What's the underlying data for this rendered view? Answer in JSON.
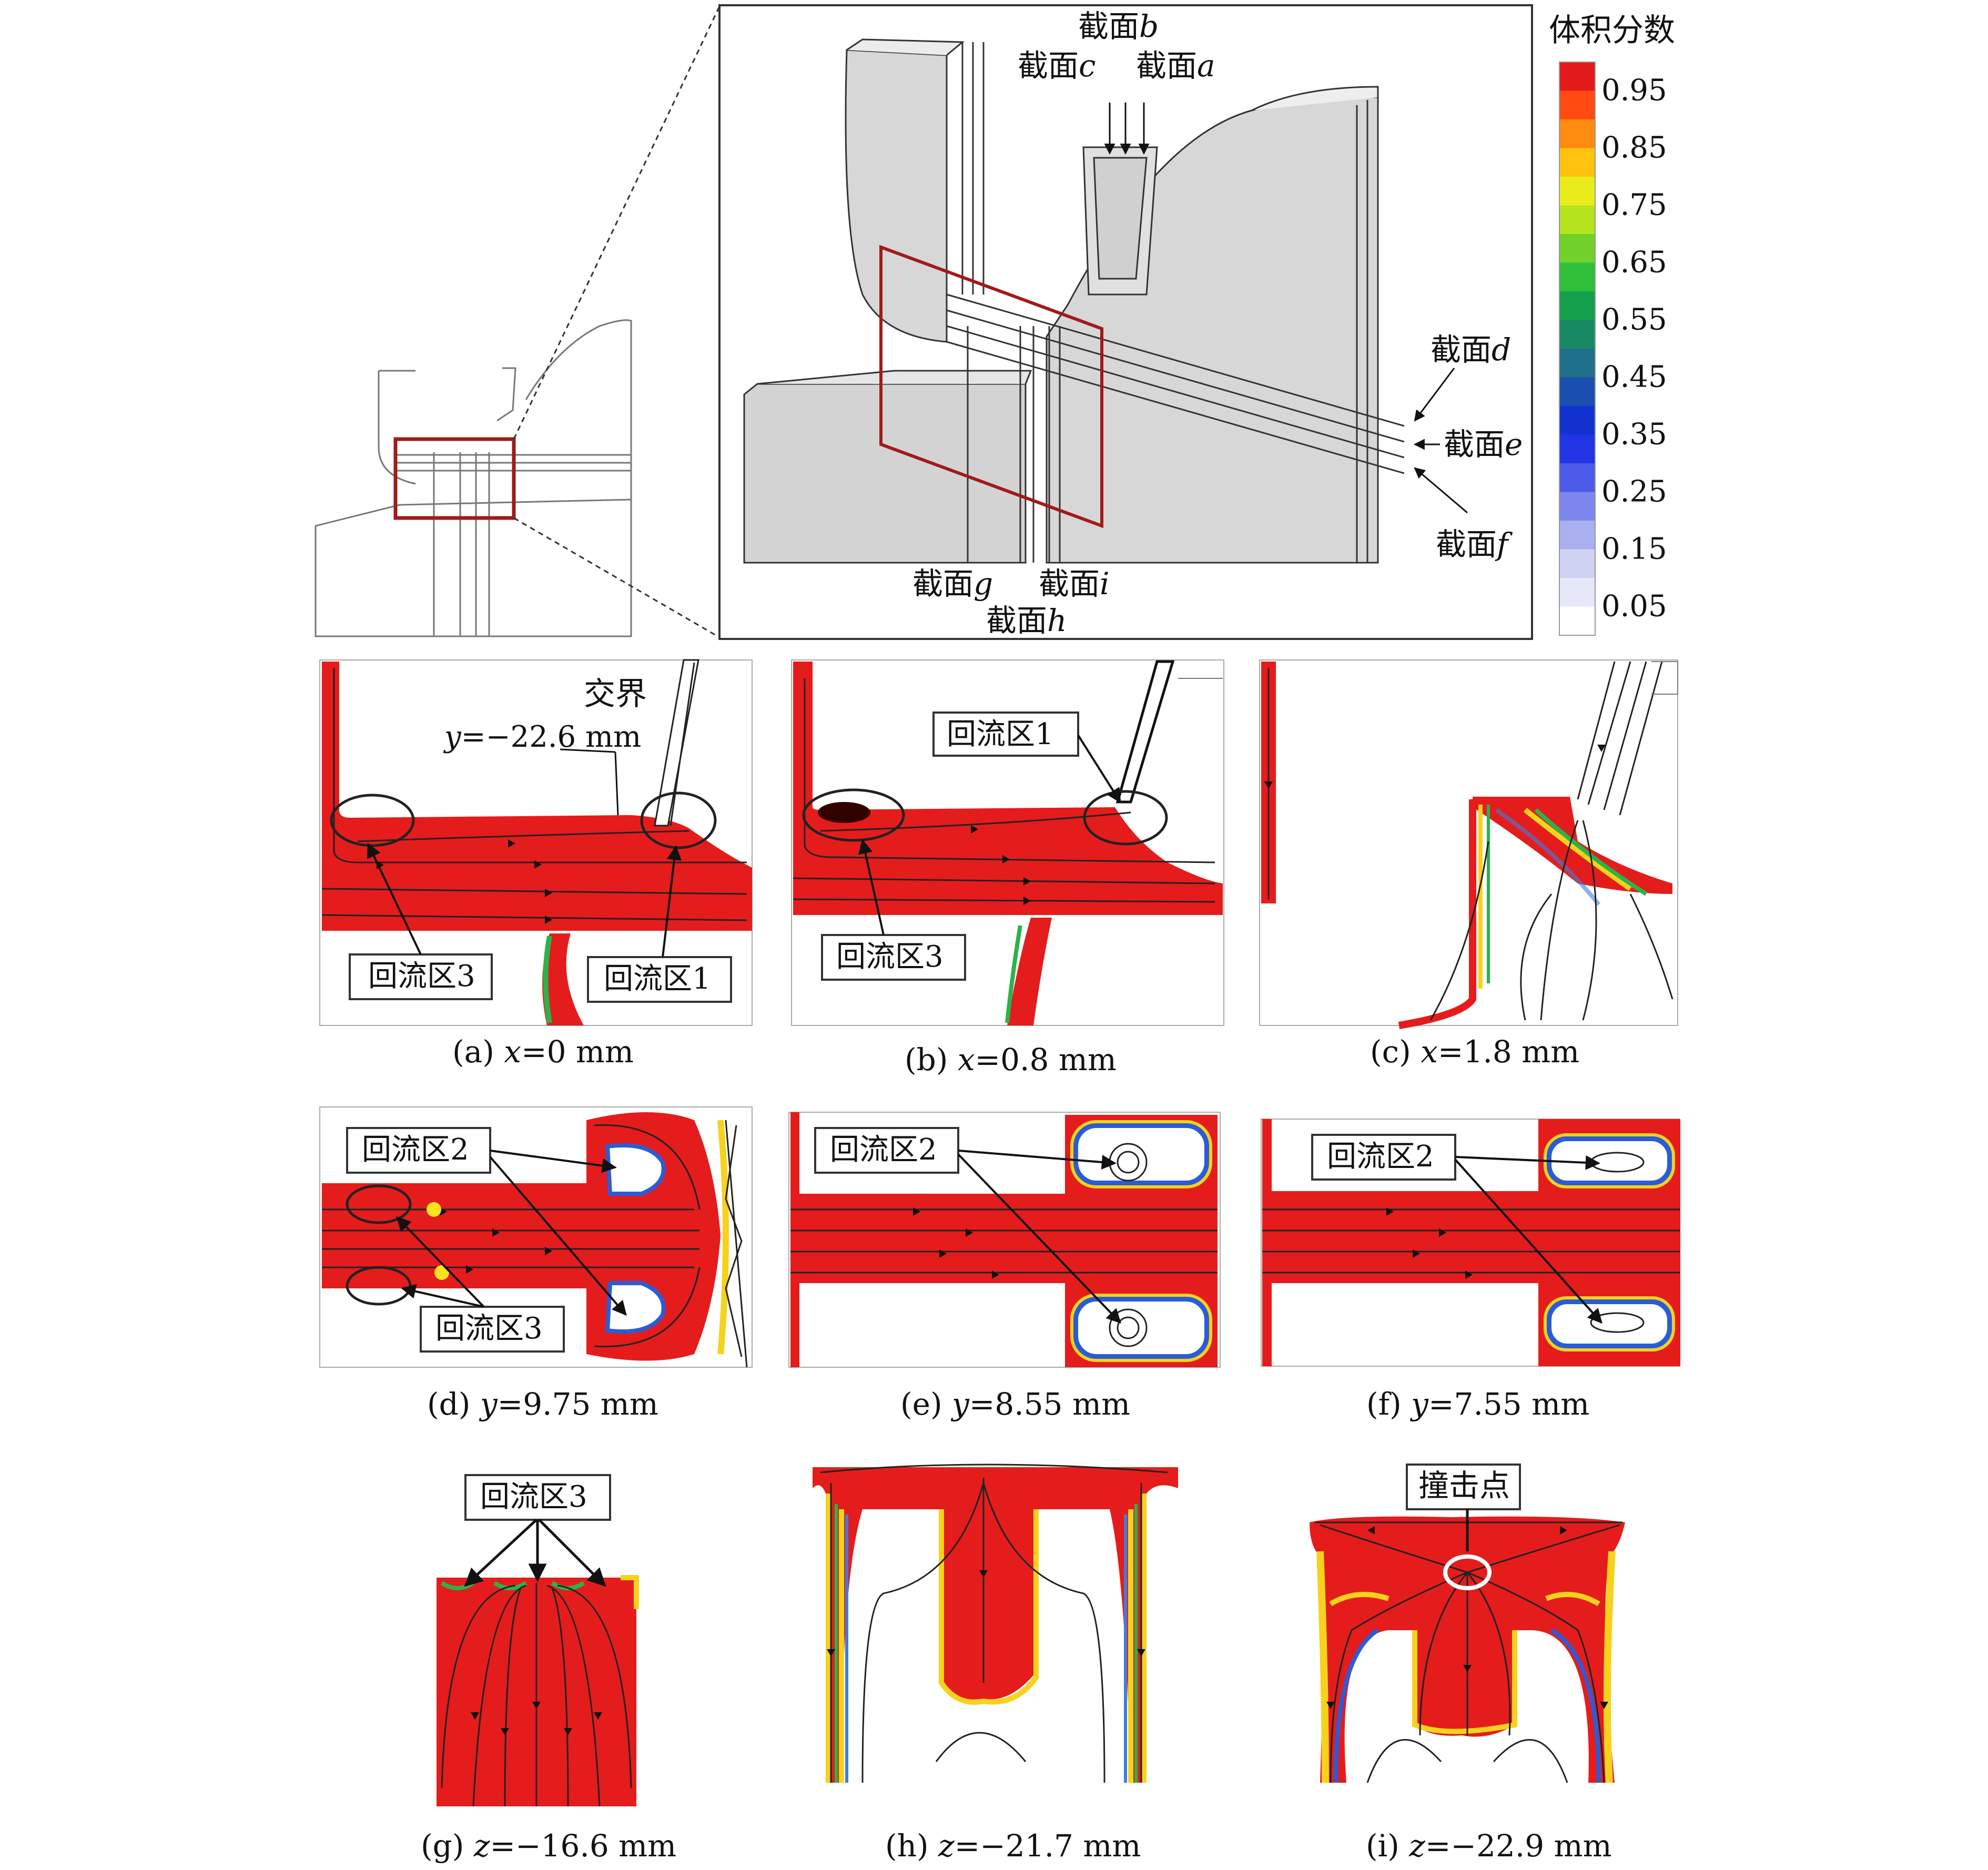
{
  "legend": {
    "title": "体积分数",
    "ticks": [
      "0.95",
      "0.85",
      "0.75",
      "0.65",
      "0.55",
      "0.45",
      "0.35",
      "0.25",
      "0.15",
      "0.05"
    ],
    "colors": [
      "#e31a1c",
      "#ff4a12",
      "#ff8a10",
      "#ffc20e",
      "#e8ec1a",
      "#b6e41c",
      "#6fd12a",
      "#2fbf3a",
      "#14a04c",
      "#178a63",
      "#1f6f8b",
      "#1b4fb0",
      "#1232d0",
      "#2333e6",
      "#4c5be8",
      "#7d86ec",
      "#a9afef",
      "#cfd2f3",
      "#e6e7f8",
      "#ffffff"
    ]
  },
  "overview": {
    "section_labels": {
      "b": {
        "prefix": "截面",
        "letter": "b"
      },
      "c": {
        "prefix": "截面",
        "letter": "c"
      },
      "a": {
        "prefix": "截面",
        "letter": "a"
      },
      "d": {
        "prefix": "截面",
        "letter": "d"
      },
      "e": {
        "prefix": "截面",
        "letter": "e"
      },
      "f": {
        "prefix": "截面",
        "letter": "f"
      },
      "g": {
        "prefix": "截面",
        "letter": "g"
      },
      "i": {
        "prefix": "截面",
        "letter": "i"
      },
      "h": {
        "prefix": "截面",
        "letter": "h"
      }
    }
  },
  "annotations": {
    "interface": "交界",
    "y_value_var": "y",
    "y_value_rest": "=−22.6 mm",
    "recirc1": "回流区1",
    "recirc2": "回流区2",
    "recirc3": "回流区3",
    "impact": "撞击点"
  },
  "captions": {
    "a": {
      "pre": "(a) ",
      "var": "x",
      "post": "=0 mm"
    },
    "b": {
      "pre": "(b) ",
      "var": "x",
      "post": "=0.8 mm"
    },
    "c": {
      "pre": "(c) ",
      "var": "x",
      "post": "=1.8 mm"
    },
    "d": {
      "pre": "(d) ",
      "var": "y",
      "post": "=9.75 mm"
    },
    "e": {
      "pre": "(e) ",
      "var": "y",
      "post": "=8.55 mm"
    },
    "f": {
      "pre": "(f) ",
      "var": "y",
      "post": "=7.55 mm"
    },
    "g": {
      "pre": "(g) ",
      "var": "z",
      "post": "=−16.6 mm"
    },
    "h": {
      "pre": "(h) ",
      "var": "z",
      "post": "=−21.7 mm"
    },
    "i": {
      "pre": "(i) ",
      "var": "z",
      "post": "=−22.9 mm"
    }
  }
}
